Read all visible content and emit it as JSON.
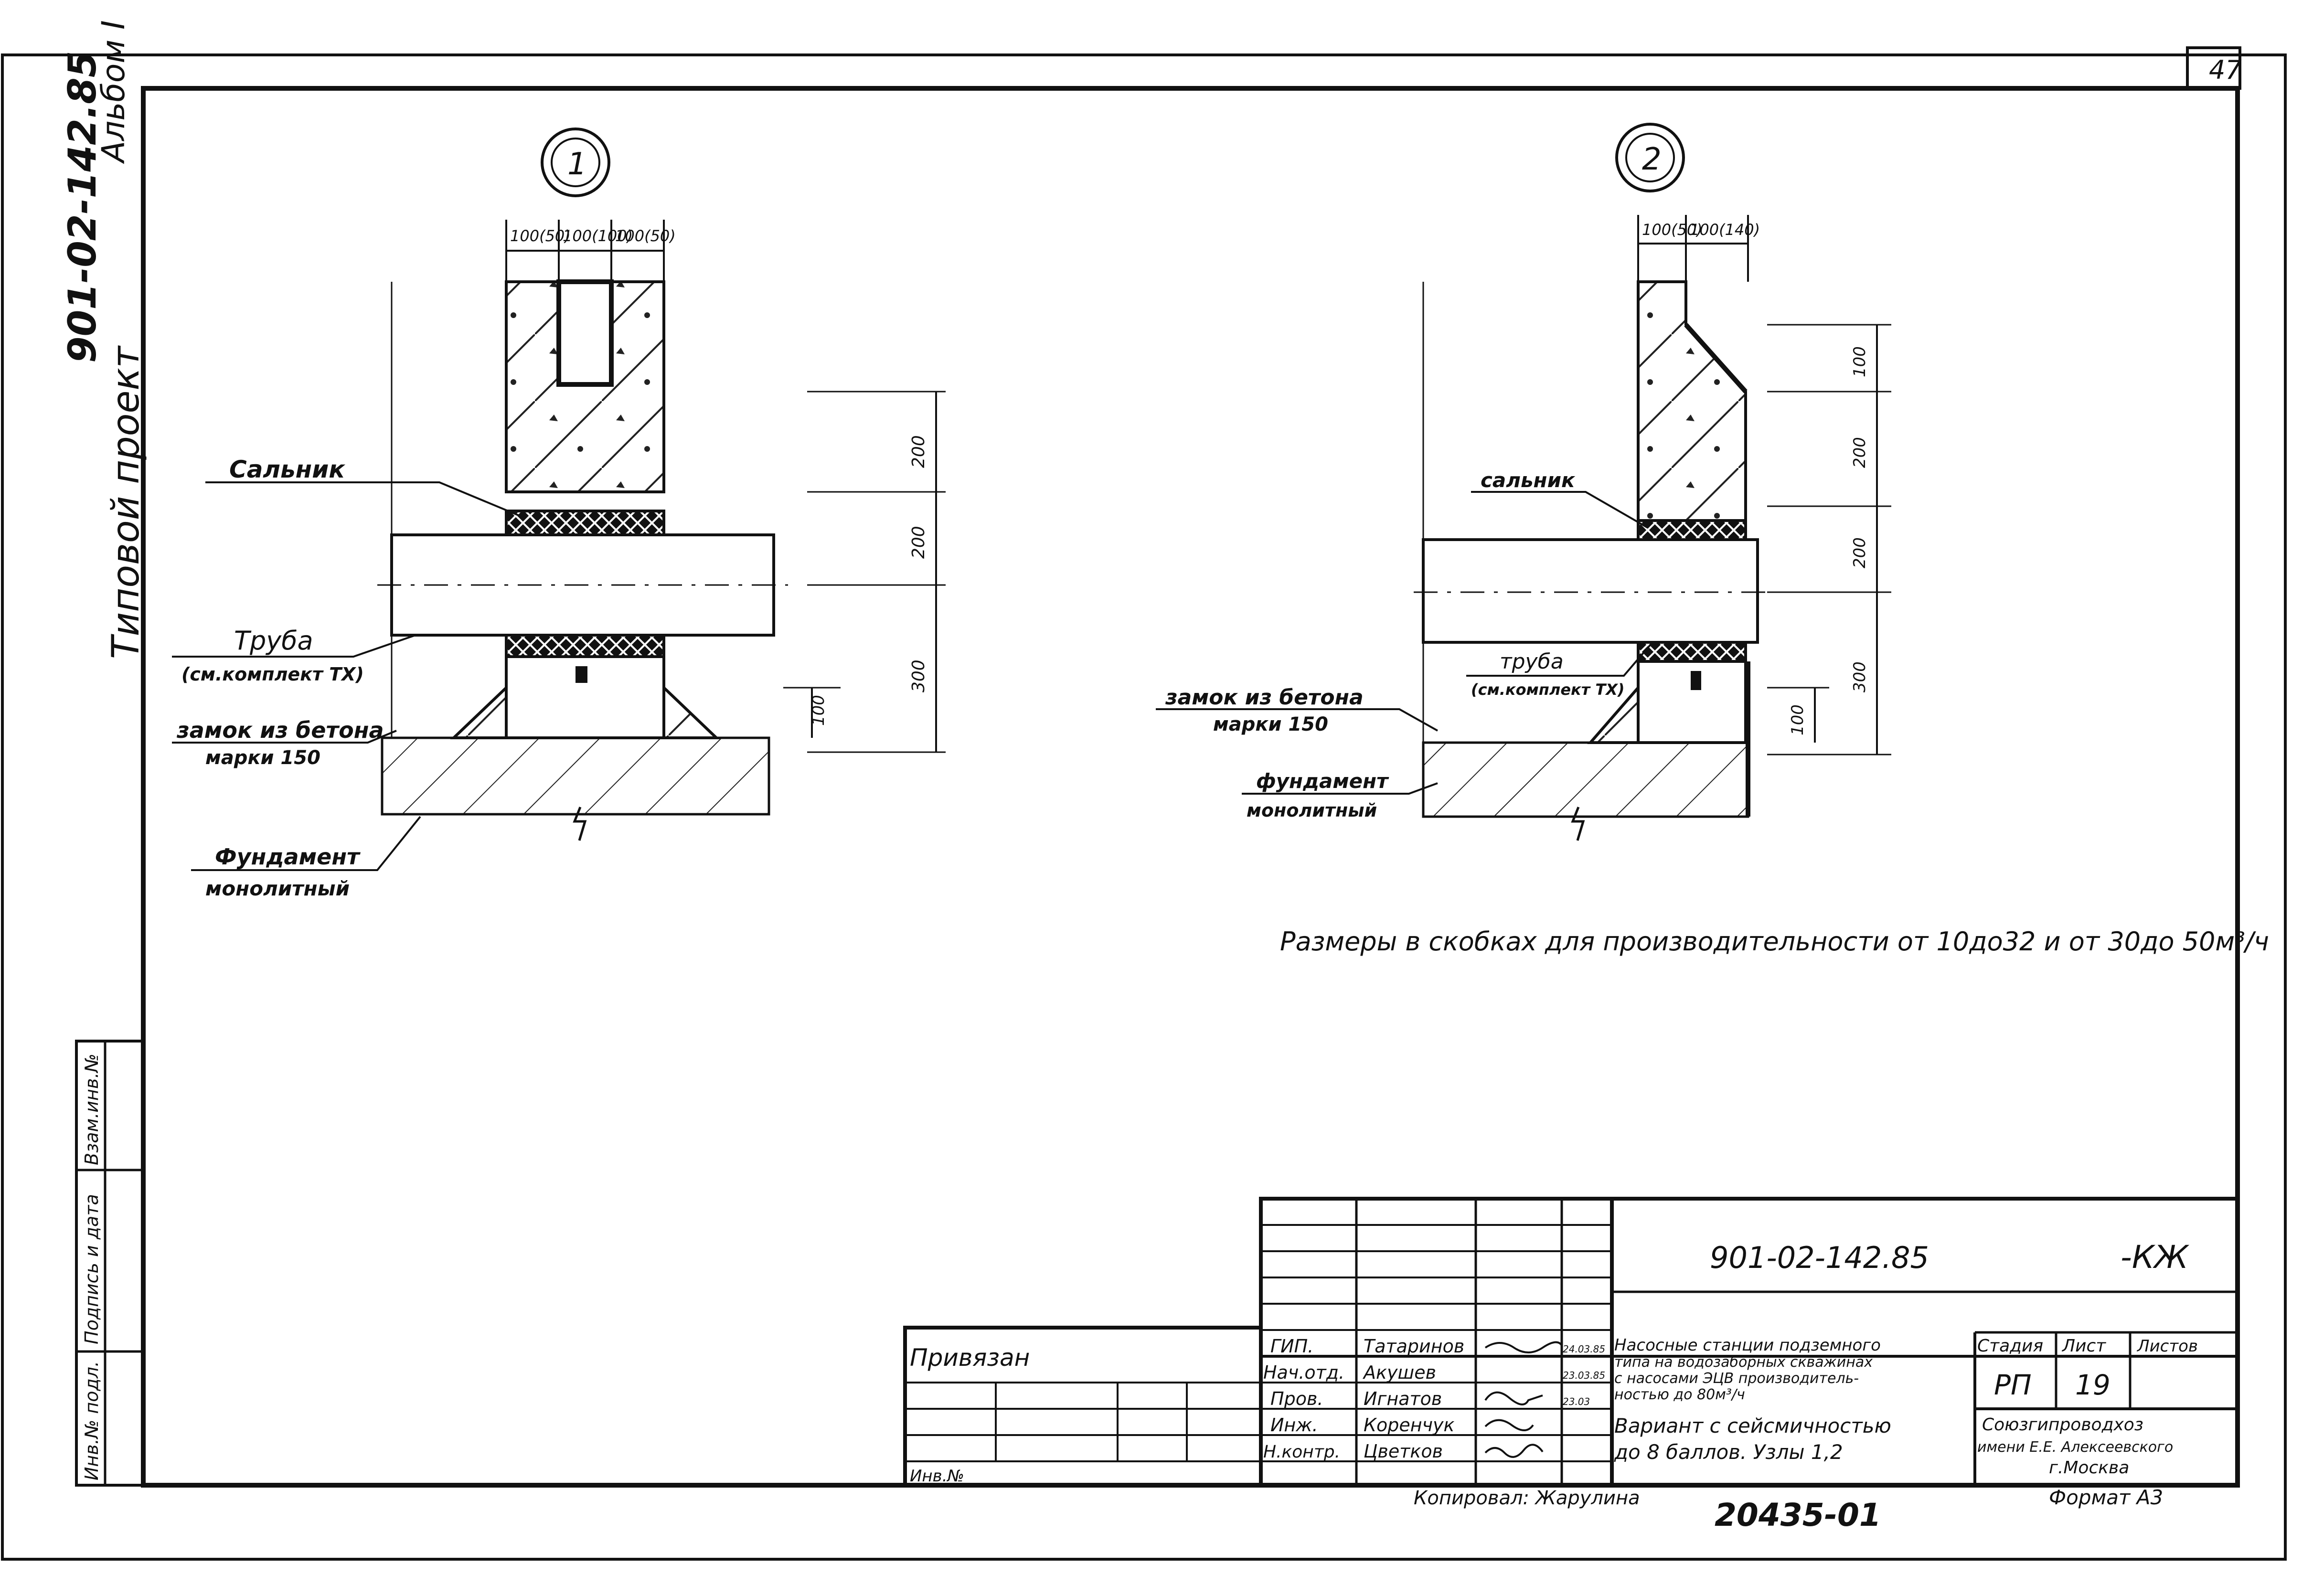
{
  "sheet_number": "47",
  "side_stamp": {
    "project_type": "Типовой проект",
    "project_code": "901-02-142.85",
    "album": "Альбом I"
  },
  "side_table": {
    "inv_orig": "Инв.№ подл.",
    "signature_date": "Подпись и дата",
    "replaced_inv": "Взам.инв.№"
  },
  "node1": {
    "number": "1",
    "top_dims": [
      "100(50)",
      "100(100)",
      "100(50)"
    ],
    "right_dims": [
      "200",
      "200",
      "300"
    ],
    "small_dim": "100",
    "labels": {
      "gland": "Сальник",
      "pipe": "Труба",
      "pipe_note": "(см.комплект ТХ)",
      "lock": "замок из бетона",
      "lock_grade": "марки 150",
      "foundation": "Фундамент",
      "foundation_type": "монолитный"
    }
  },
  "node2": {
    "number": "2",
    "top_dims": [
      "100(50)",
      "100(140)"
    ],
    "right_dims": [
      "100",
      "200",
      "200",
      "300"
    ],
    "small_dim": "100",
    "labels": {
      "gland": "сальник",
      "pipe": "труба",
      "pipe_note": "(см.комплект ТХ)",
      "lock": "замок из бетона",
      "lock_grade": "марки 150",
      "foundation": "фундамент",
      "foundation_type": "монолитный"
    }
  },
  "note": "Размеры в скобках для производительности от 10до32 и от 30до 50м³/ч",
  "title_block": {
    "doc_code": "901-02-142.85",
    "doc_suffix": "-КЖ",
    "bound": "Привязан",
    "inv_no": "Инв.№",
    "roles": [
      {
        "role": "ГИП.",
        "name": "Татаринов",
        "date": "24.03.85"
      },
      {
        "role": "Нач.отд.",
        "name": "Акушев",
        "date": "23.03.85"
      },
      {
        "role": "Пров.",
        "name": "Игнатов",
        "date": "23.03"
      },
      {
        "role": "Инж.",
        "name": "Коренчук",
        "date": ""
      },
      {
        "role": "Н.контр.",
        "name": "Цветков",
        "date": ""
      }
    ],
    "title_lines": [
      "Насосные станции подземного",
      "типа на водозаборных скважинах",
      "с насосами ЭЦВ производитель-",
      "ностью до 80м³/ч"
    ],
    "variant_lines": [
      "Вариант с сейсмичностью",
      "до 8 баллов. Узлы 1,2"
    ],
    "stage_label": "Стадия",
    "sheet_label": "Лист",
    "sheets_label": "Листов",
    "stage_value": "РП",
    "sheet_value": "19",
    "org_lines": [
      "Союзгипроводхоз",
      "имени Е.Е. Алексеевского",
      "г.Москва"
    ],
    "copied_by": "Копировал: Жарулина",
    "archive_no": "20435-01",
    "format": "Формат А3"
  }
}
